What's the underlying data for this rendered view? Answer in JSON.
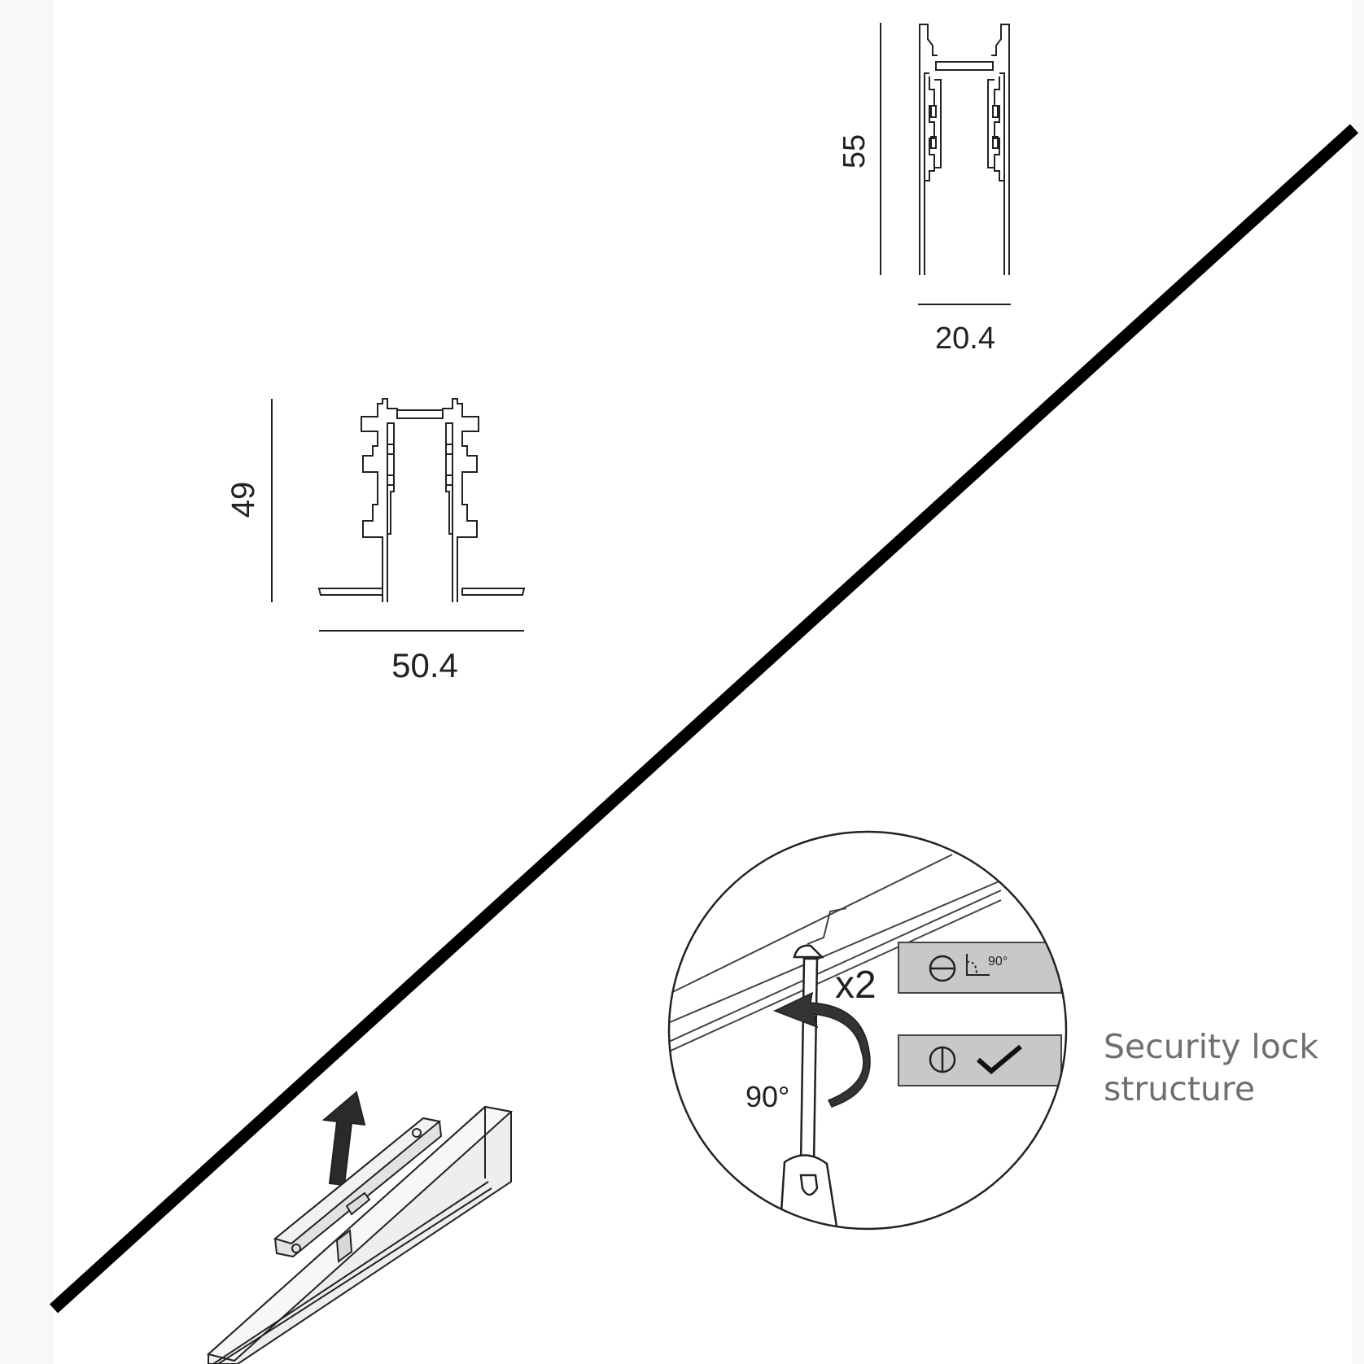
{
  "profile_recessed": {
    "height_label": "49",
    "width_label": "50.4"
  },
  "profile_surface": {
    "height_label": "55",
    "width_label": "20.4"
  },
  "detail": {
    "count_label": "x2",
    "rotation_label": "90°",
    "angle_badge": "90°"
  },
  "caption": {
    "line1": "Security lock",
    "line2": "structure"
  },
  "colors": {
    "stroke": "#222222",
    "diagonal": "#000000",
    "badge_fill": "#c8c8c8",
    "caption": "#6f6f6f"
  }
}
